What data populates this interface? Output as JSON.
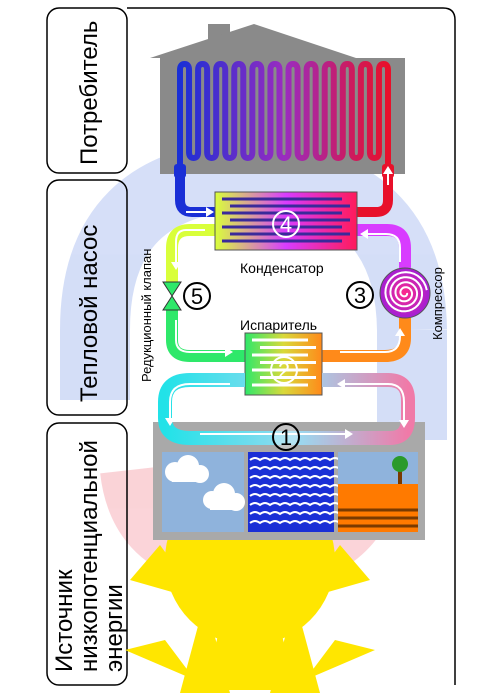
{
  "sections": {
    "consumer": "Потребитель",
    "heat_pump": "Тепловой насос",
    "source_line1": "Источник",
    "source_line2": "низкопотенциальной",
    "source_line3": "энергии"
  },
  "components": {
    "condenser": "Конденсатор",
    "evaporator": "Испаритель",
    "compressor": "Компрессор",
    "valve": "Редукционный клапан"
  },
  "markers": [
    "1",
    "2",
    "3",
    "4",
    "5"
  ],
  "colors": {
    "hot": "#e8102a",
    "cold": "#1a2fd6",
    "circuit_cold": "#22e2e8",
    "circuit_warm": "#f07aa8",
    "house": "#8a8a8a",
    "sun": "#ffe600",
    "ground": "#ff7a00",
    "water": "#1a2fd6",
    "sky": "#8fb3dc"
  }
}
